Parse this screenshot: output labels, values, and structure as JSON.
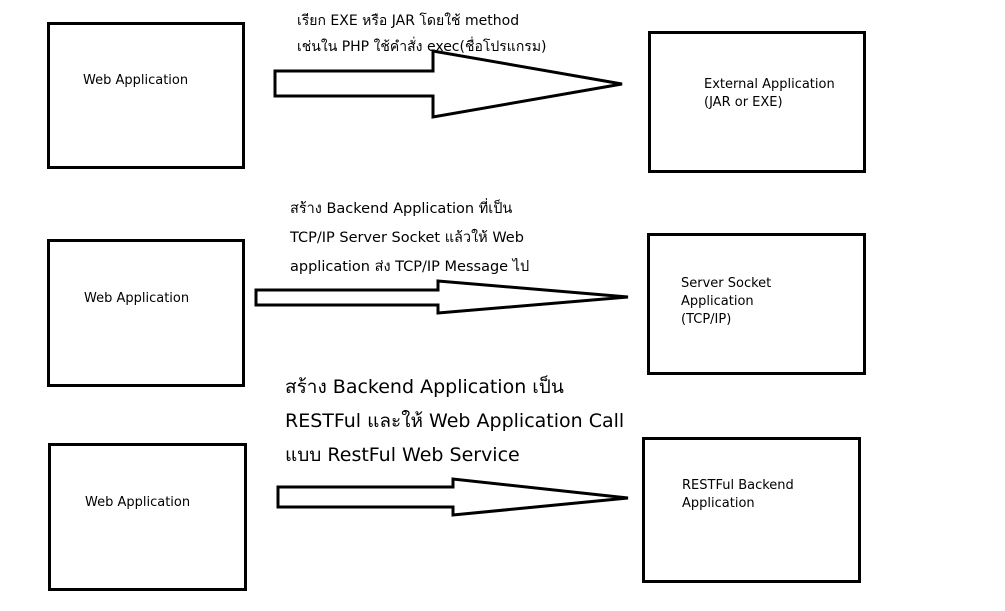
{
  "rows": [
    {
      "left_label": "Web Application",
      "right_label_lines": [
        "External Application",
        "(JAR or EXE)"
      ],
      "caption_lines": [
        "เรียก EXE หรือ JAR โดยใช้ method",
        "เช่นใน PHP ใช้คำสั่ง exec(ชื่อโปรแกรม)"
      ]
    },
    {
      "left_label": "Web Application",
      "right_label_lines": [
        "Server Socket",
        "Application",
        "(TCP/IP)"
      ],
      "caption_lines": [
        "สร้าง Backend Application ที่เป็น",
        "TCP/IP Server Socket แล้วให้ Web",
        "application ส่ง TCP/IP Message ไป"
      ]
    },
    {
      "left_label": "Web Application",
      "right_label_lines": [
        "RESTFul Backend",
        "Application"
      ],
      "caption_lines": [
        "สร้าง Backend Application เป็น",
        "RESTFul และให้ Web Application Call",
        "แบบ RestFul Web Service"
      ]
    }
  ]
}
